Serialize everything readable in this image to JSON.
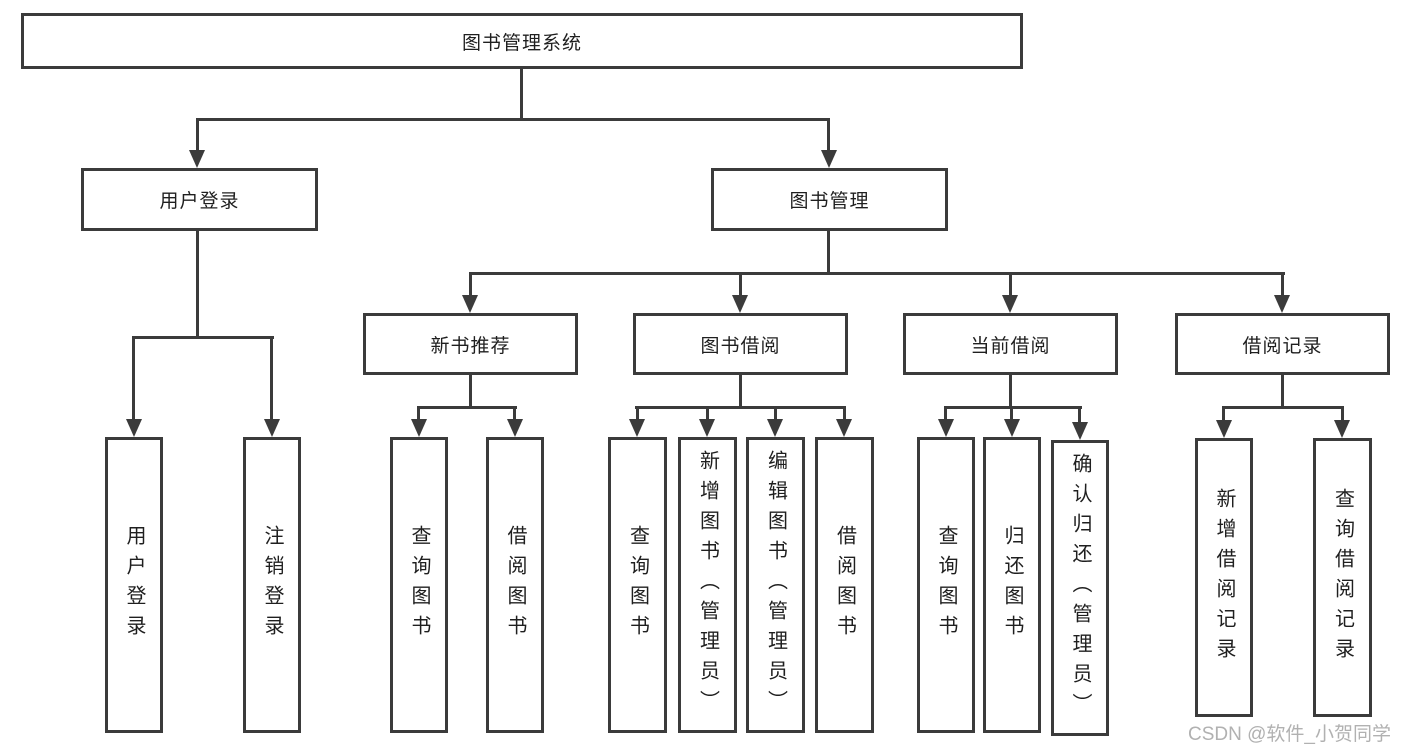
{
  "tree": {
    "root": "图书管理系统",
    "level2": [
      "用户登录",
      "图书管理"
    ],
    "level3": [
      "新书推荐",
      "图书借阅",
      "当前借阅",
      "借阅记录"
    ],
    "leaves": {
      "user_login": [
        "用户登录",
        "注销登录"
      ],
      "new_book": [
        "查询图书",
        "借阅图书"
      ],
      "book_borrow": [
        "查询图书",
        "新增图书（管理员）",
        "编辑图书（管理员）",
        "借阅图书"
      ],
      "current_borrow": [
        "查询图书",
        "归还图书",
        "确认归还（管理员）"
      ],
      "borrow_record": [
        "新增借阅记录",
        "查询借阅记录"
      ]
    }
  },
  "watermark": "CSDN @软件_小贺同学",
  "colors": {
    "line": "#3b3b3b",
    "text": "#1f1f1f",
    "background": "#ffffff",
    "watermark": "#a8a8a8"
  }
}
